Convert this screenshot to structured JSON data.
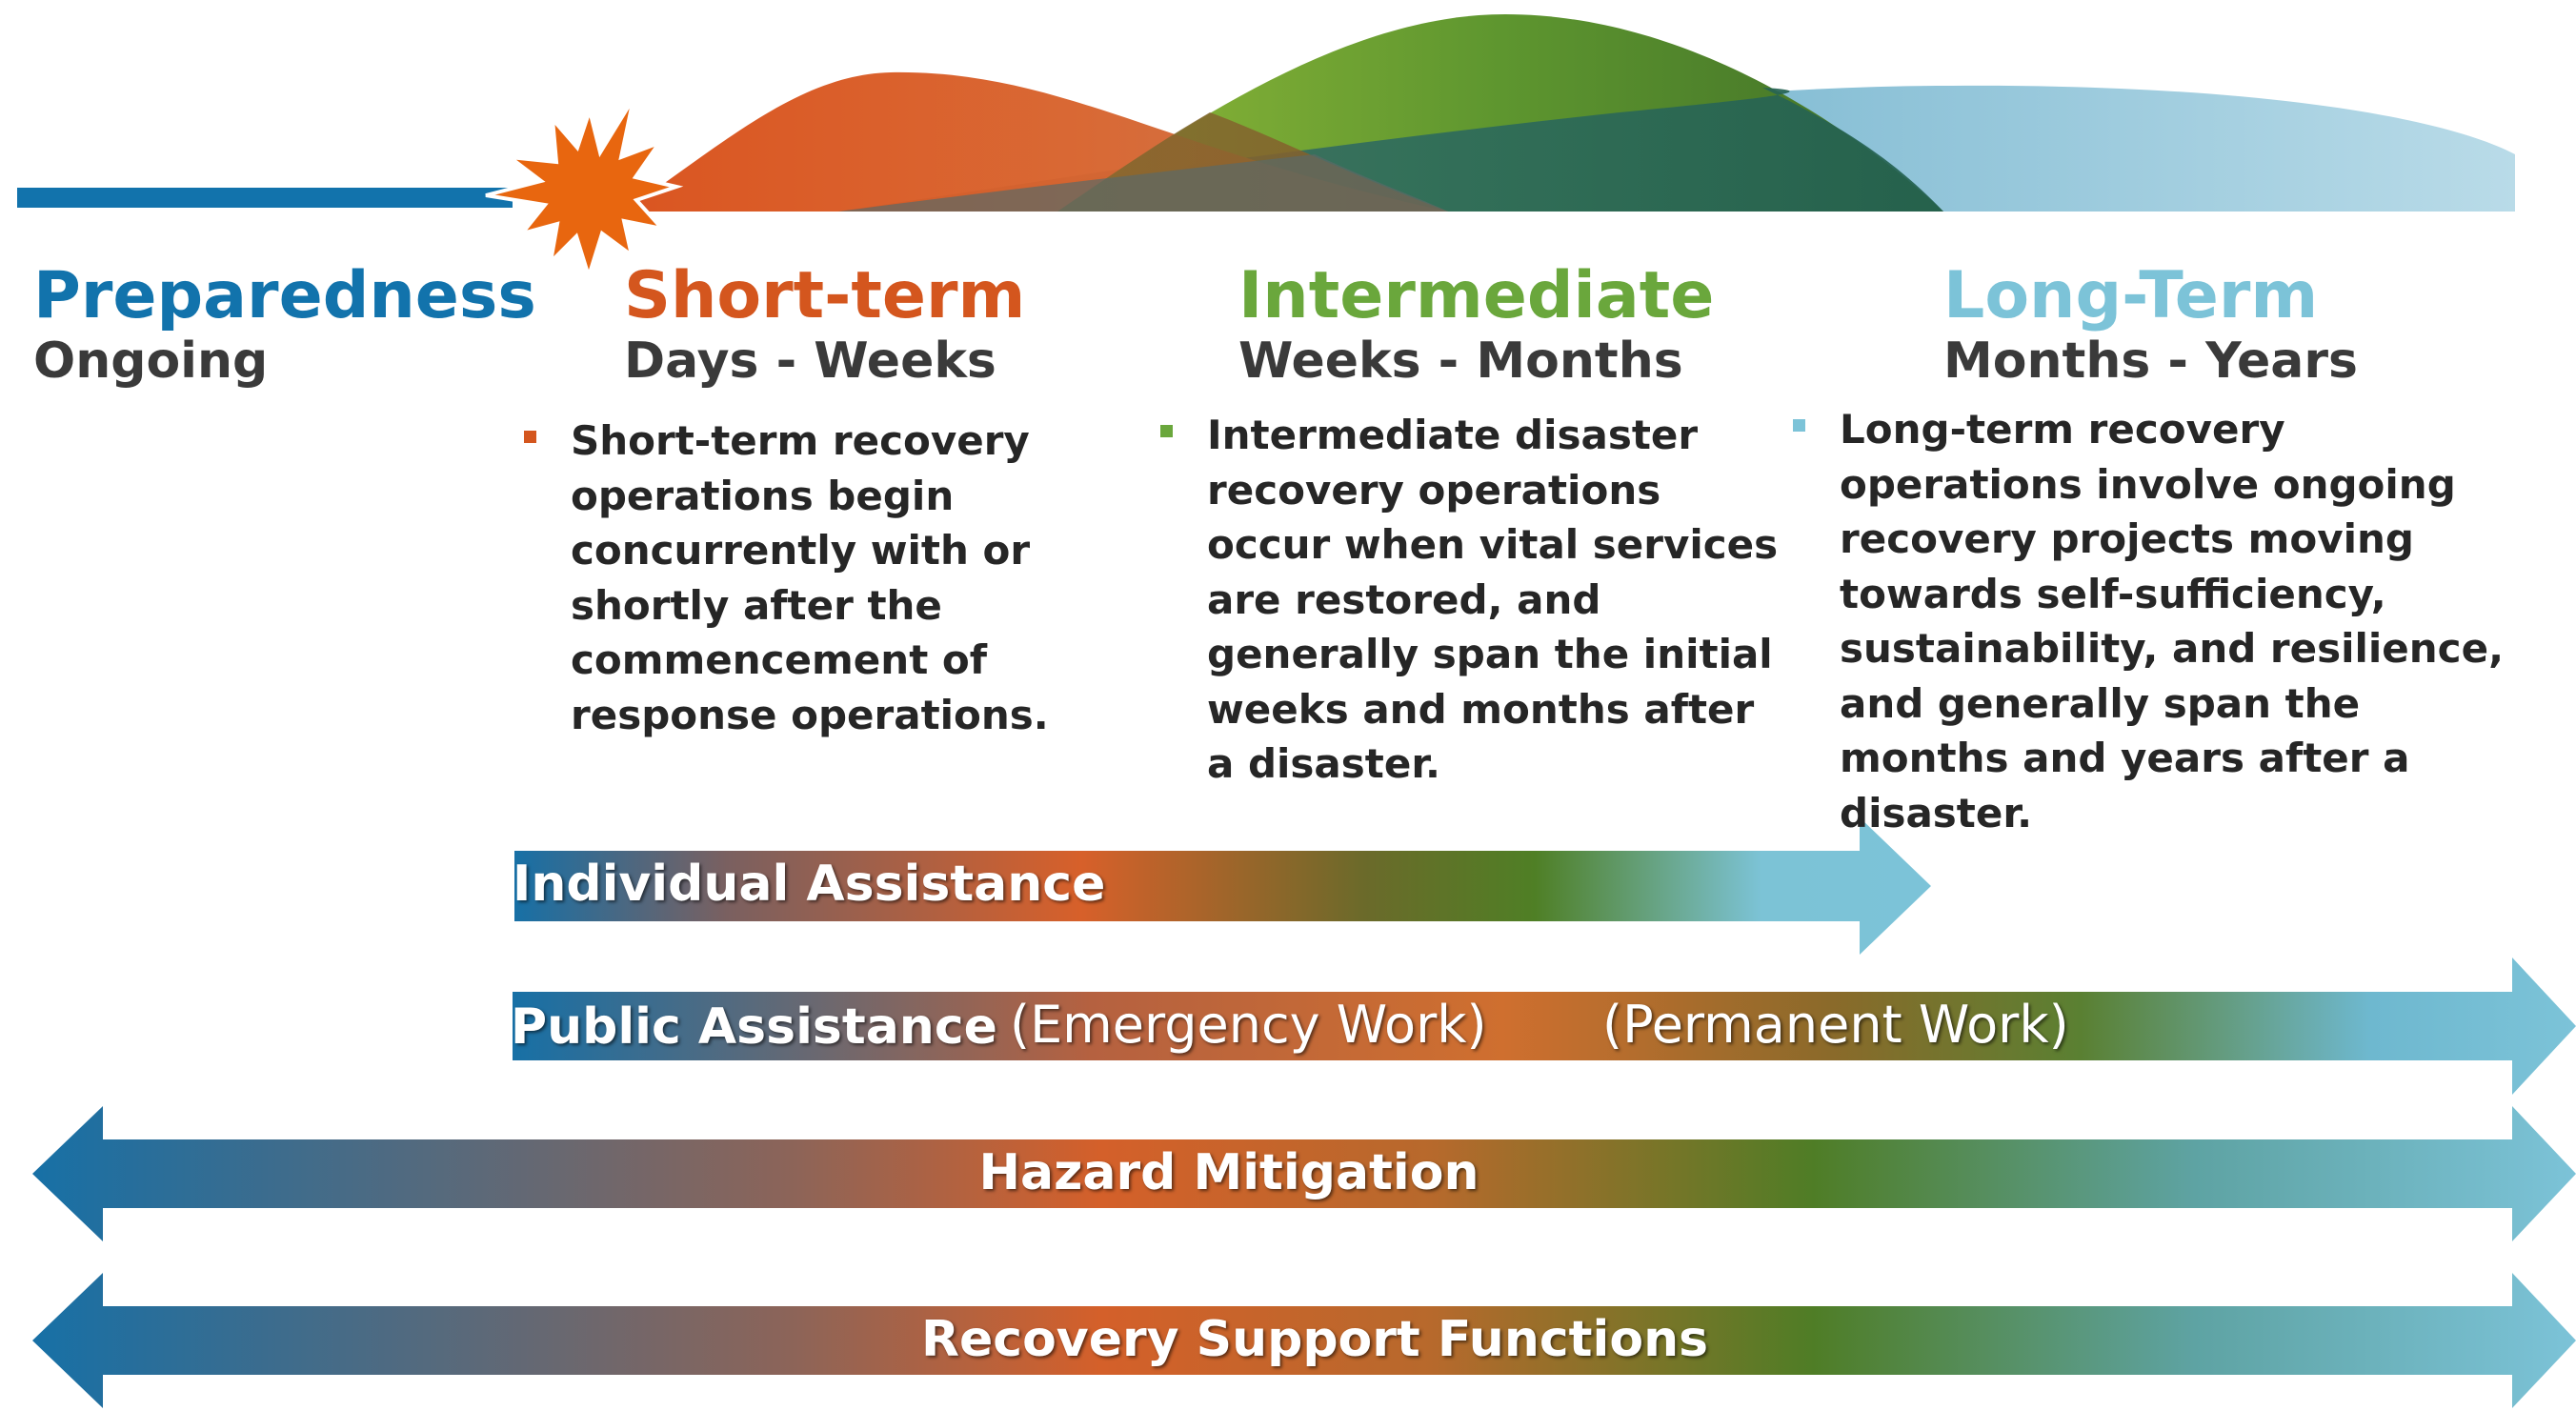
{
  "colors": {
    "preparedness": "#1273ac",
    "short_term": "#d4561e",
    "intermediate": "#6aa73c",
    "long_term": "#7cc3d8",
    "burst": "#e8660f",
    "body_text": "#262626"
  },
  "phases": [
    {
      "title": "Preparedness",
      "subtitle": "Ongoing"
    },
    {
      "title": "Short-term",
      "subtitle": "Days - Weeks",
      "description": "Short-term recovery operations begin concurrently with or shortly after the commencement of response operations."
    },
    {
      "title": "Intermediate",
      "subtitle": "Weeks - Months",
      "description": "Intermediate disaster recovery operations occur when vital services are restored, and generally span the initial weeks and months after a disaster."
    },
    {
      "title": "Long-Term",
      "subtitle": "Months - Years",
      "description": "Long-term recovery operations involve ongoing recovery projects moving towards self-sufficiency, sustainability, and resilience, and generally span the months and years after a disaster."
    }
  ],
  "programs": {
    "individual_assistance": {
      "label": "Individual Assistance"
    },
    "public_assistance": {
      "label": "Public Assistance",
      "note_1": "(Emergency Work)",
      "note_2": "(Permanent Work)"
    },
    "hazard_mitigation": {
      "label": "Hazard Mitigation"
    },
    "recovery_support_functions": {
      "label": "Recovery Support Functions"
    }
  }
}
